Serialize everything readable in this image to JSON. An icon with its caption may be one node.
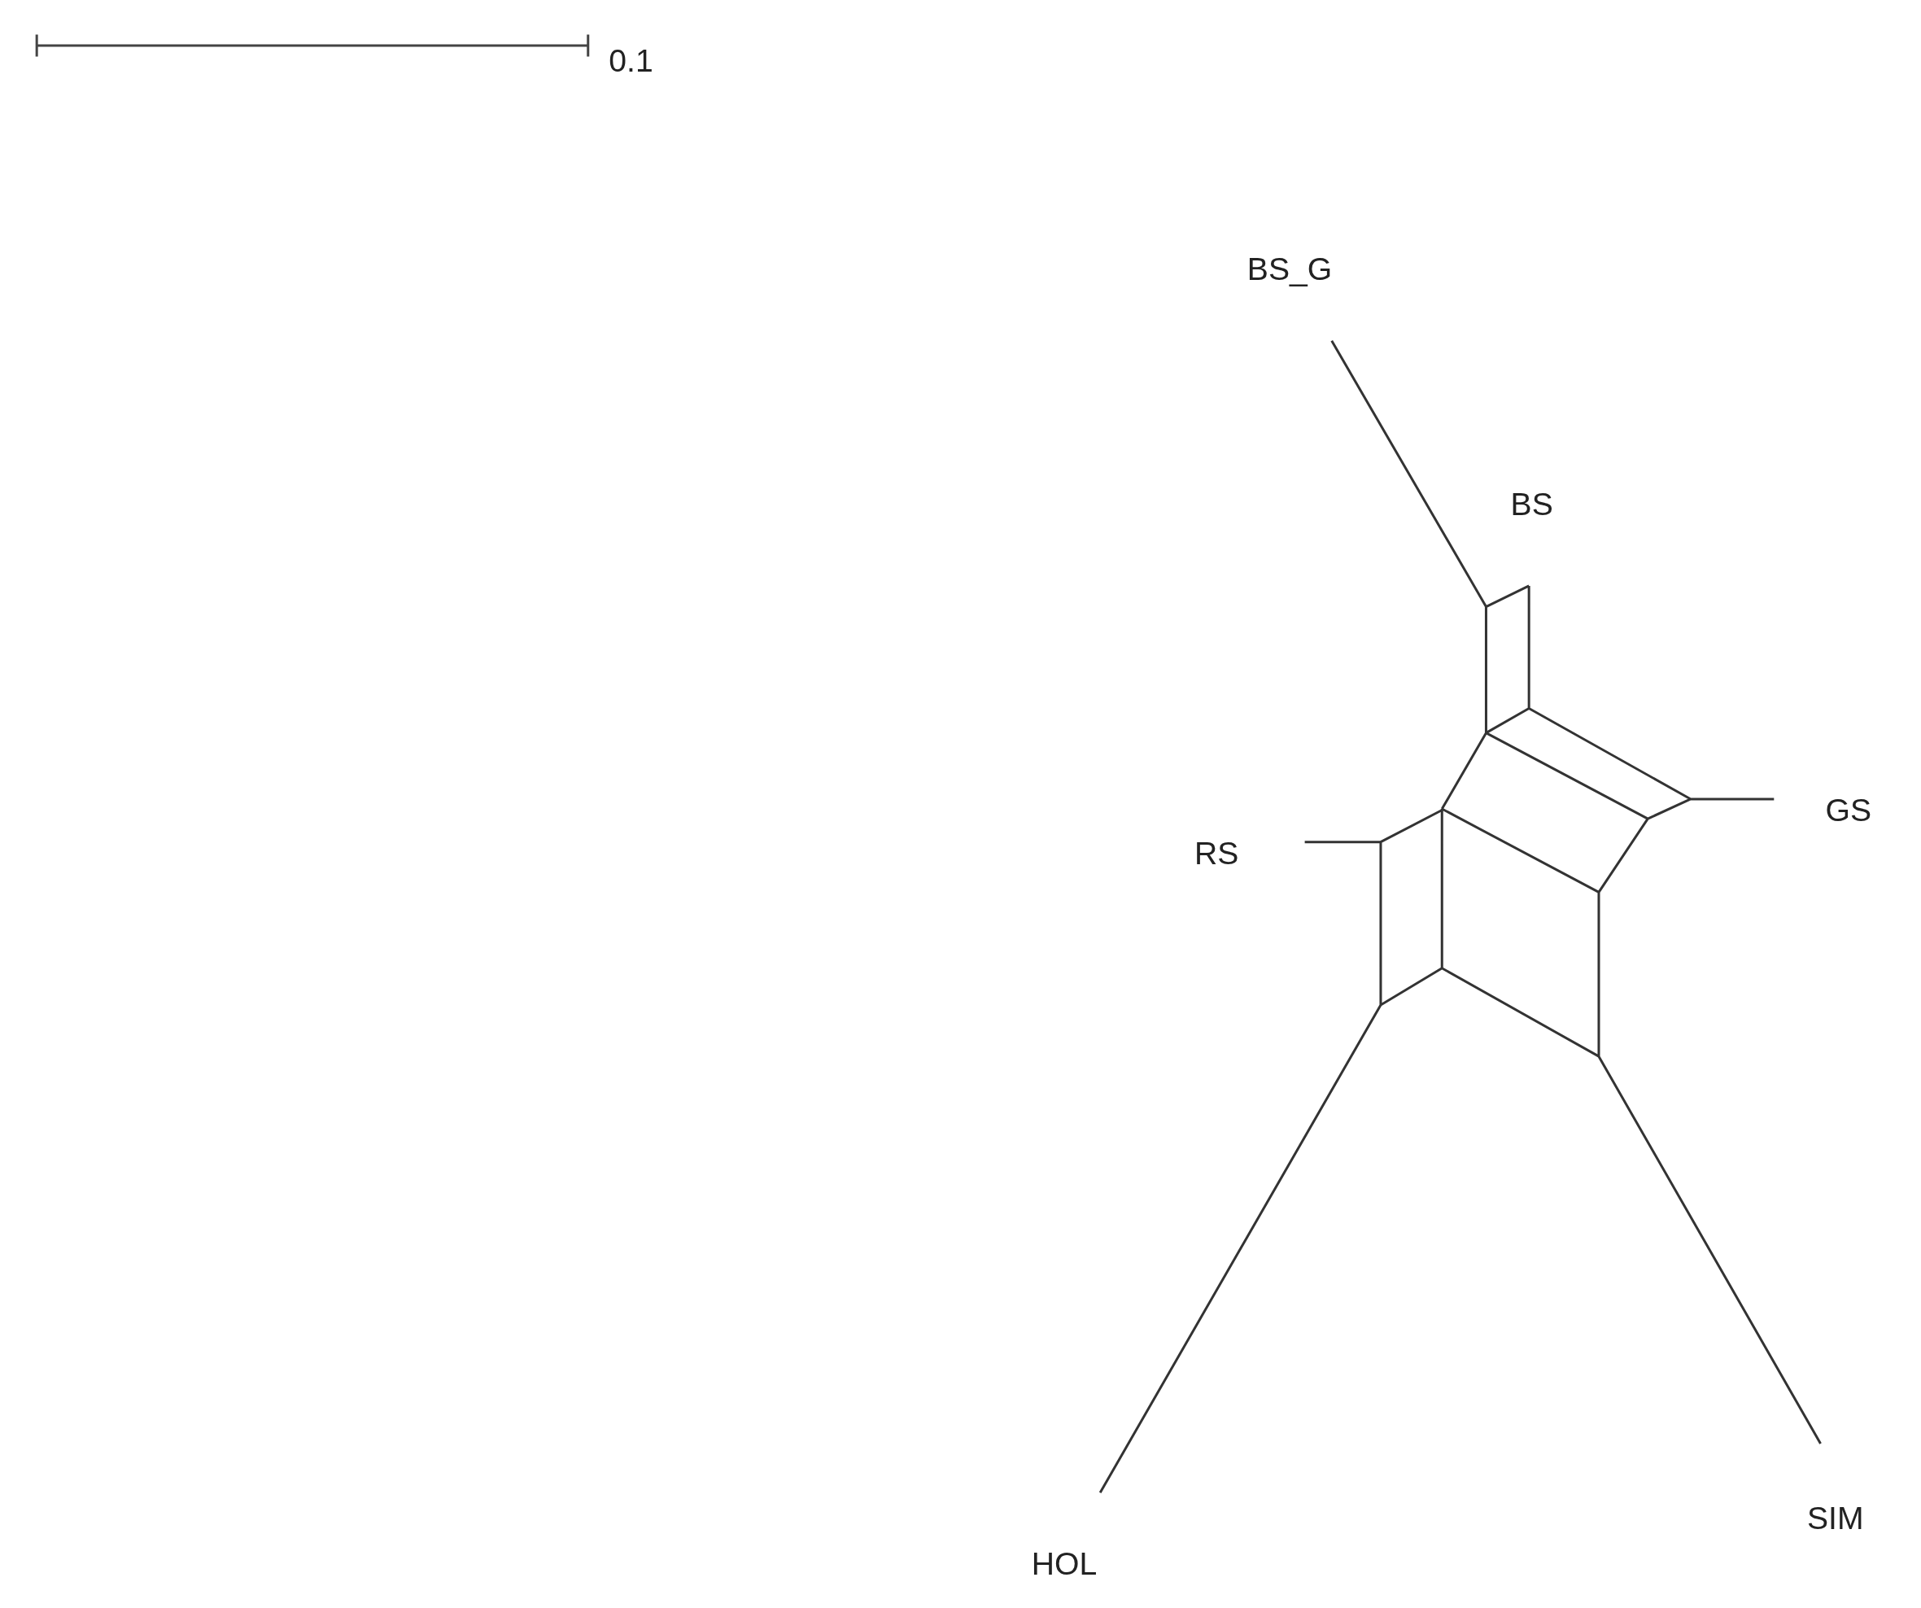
{
  "diagram": {
    "labels": [
      "0.1",
      "BS_G",
      "BS",
      "GS",
      "RS",
      "HOL",
      "SIM"
    ]
  }
}
